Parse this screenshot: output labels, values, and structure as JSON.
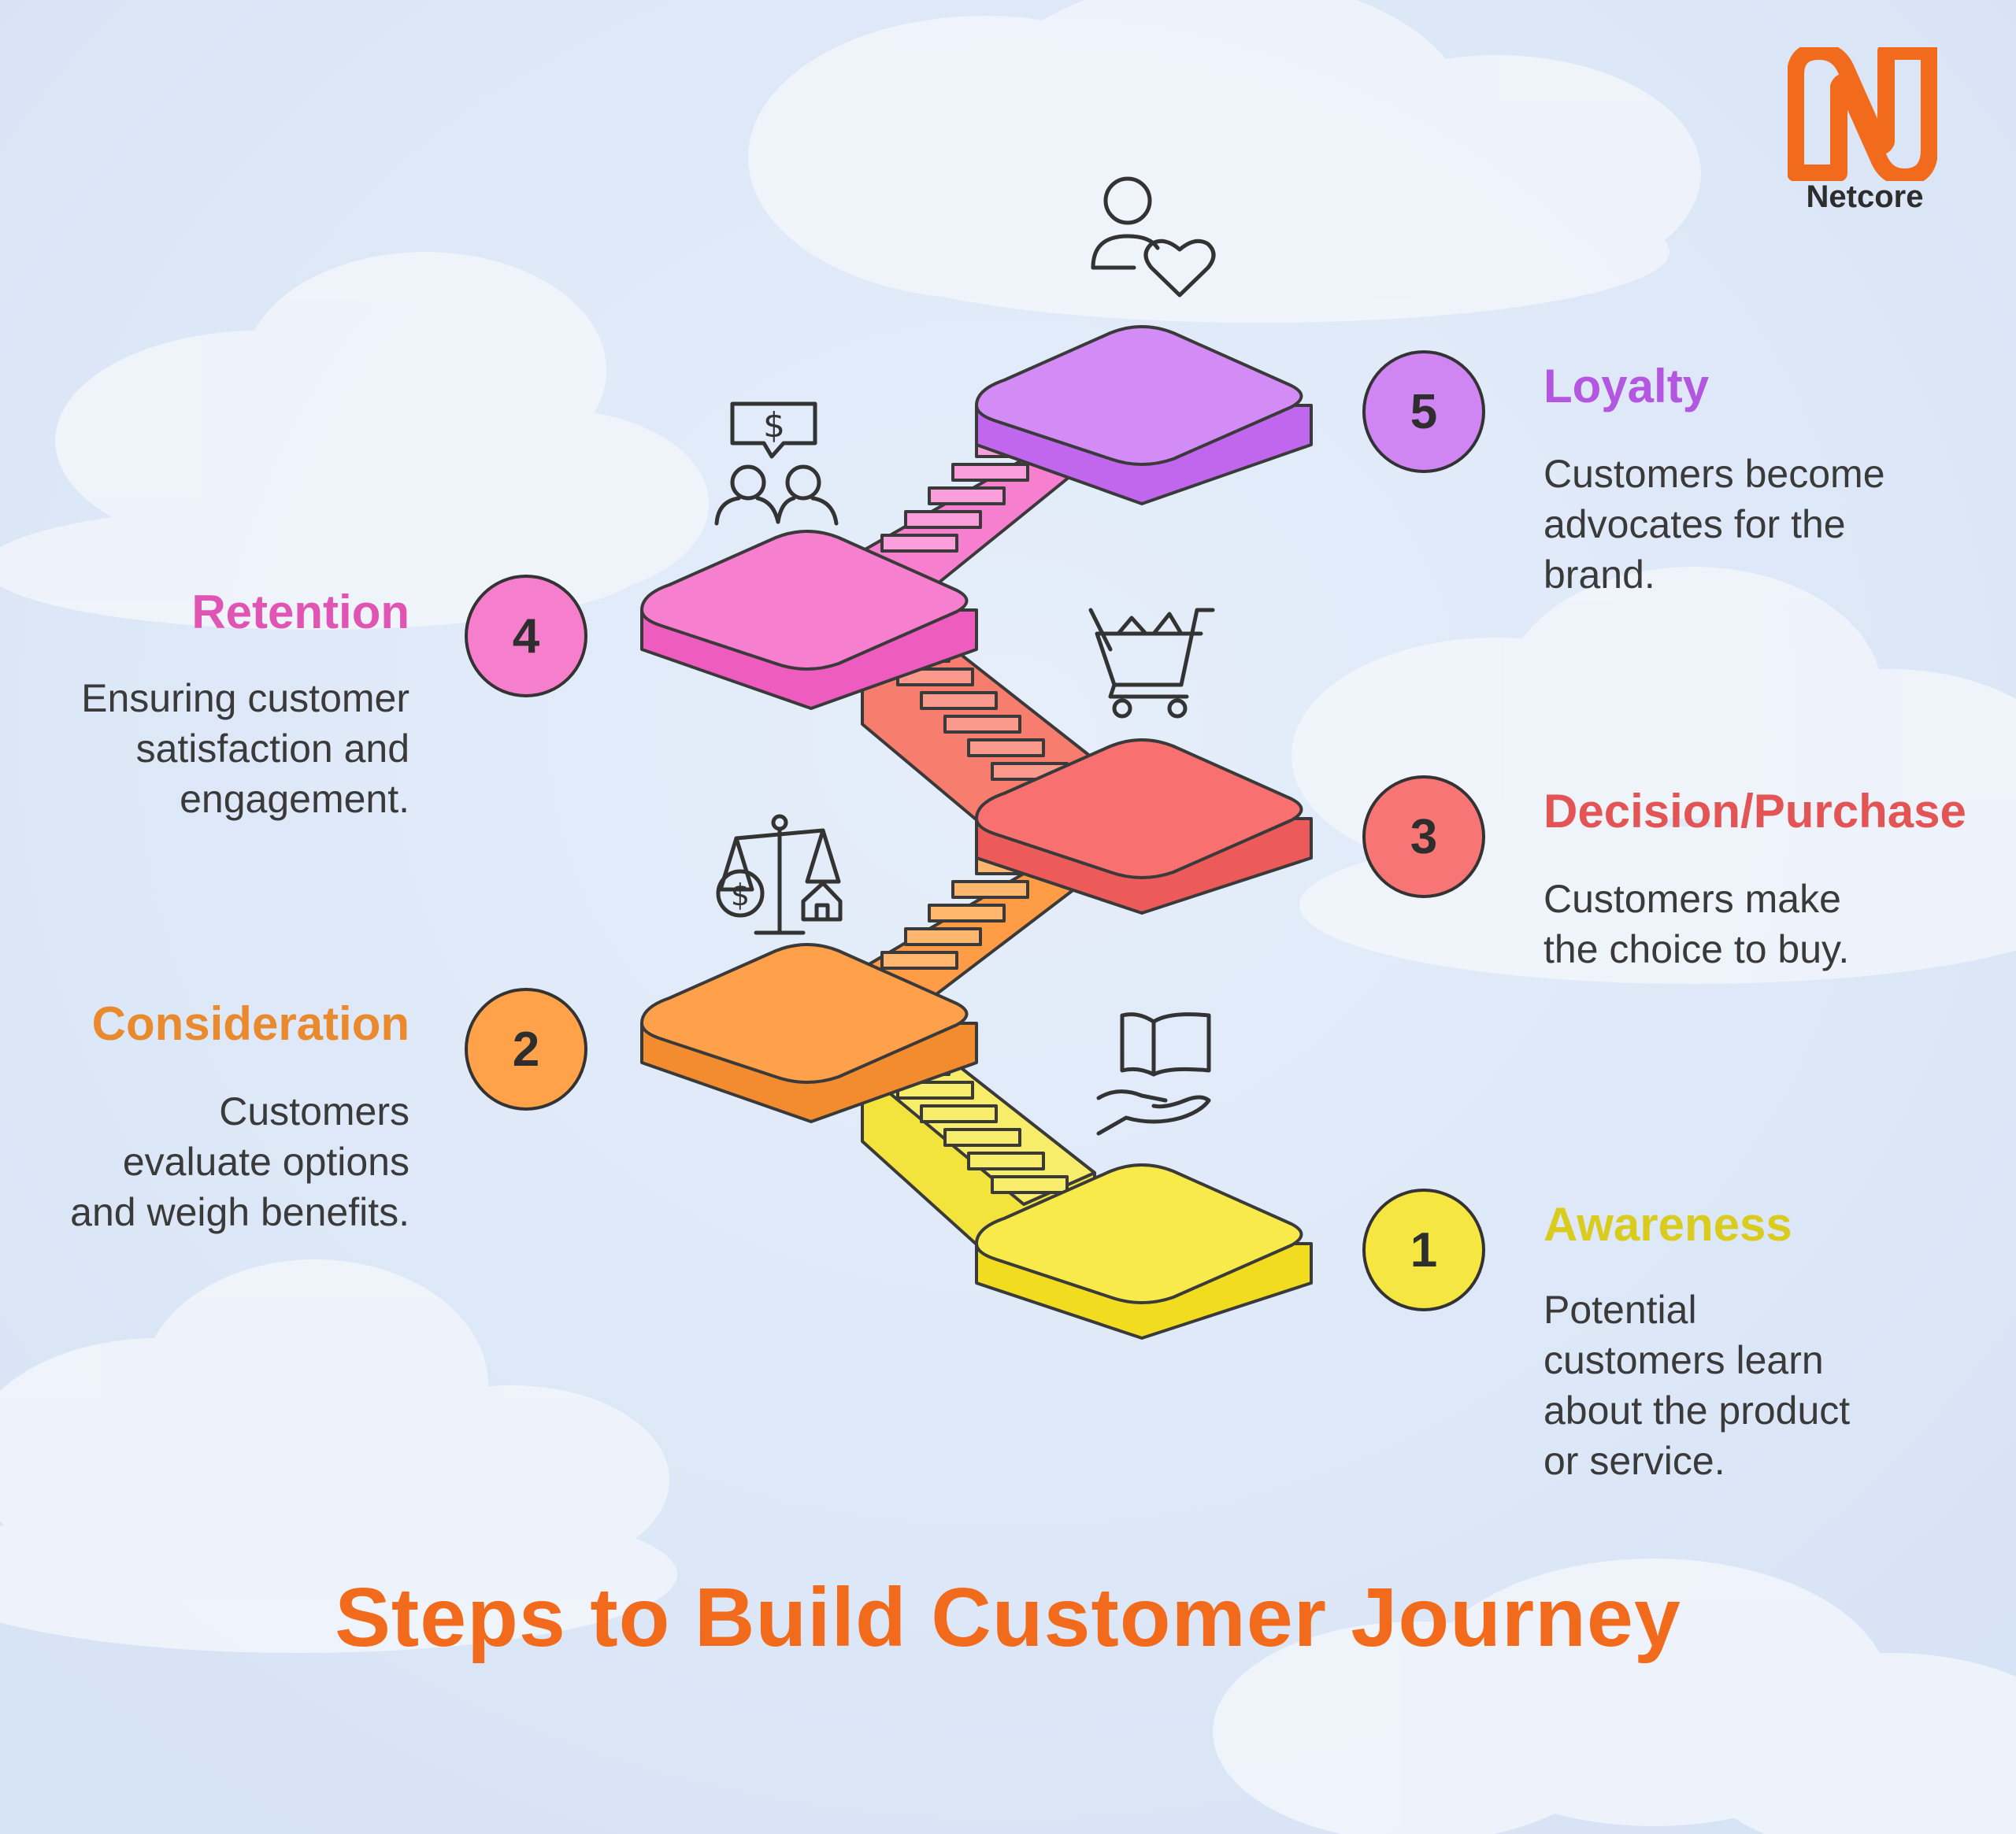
{
  "title": "Steps to Build Customer Journey",
  "brand": {
    "name": "Netcore",
    "color": "#f26a1b"
  },
  "steps": [
    {
      "number": "1",
      "title": "Awareness",
      "description": "Potential\ncustomers learn\nabout the product\nor service.",
      "color": "#f5e642",
      "title_color": "#d9cc1f",
      "icon": "open-book-hand-icon"
    },
    {
      "number": "2",
      "title": "Consideration",
      "description": "Customers\nevaluate options\nand weigh benefits.",
      "color": "#ffa24a",
      "title_color": "#e98a2e",
      "icon": "balance-scale-icon"
    },
    {
      "number": "3",
      "title": "Decision/Purchase",
      "description": "Customers make\nthe choice to buy.",
      "color": "#f87575",
      "title_color": "#e35454",
      "icon": "shopping-cart-icon"
    },
    {
      "number": "4",
      "title": "Retention",
      "description": "Ensuring customer\nsatisfaction and\nengagement.",
      "color": "#f57fcc",
      "title_color": "#e055b3",
      "icon": "people-chat-dollar-icon"
    },
    {
      "number": "5",
      "title": "Loyalty",
      "description": "Customers become\nadvocates for the\nbrand.",
      "color": "#cf86f2",
      "title_color": "#b357e0",
      "icon": "person-heart-icon"
    }
  ]
}
